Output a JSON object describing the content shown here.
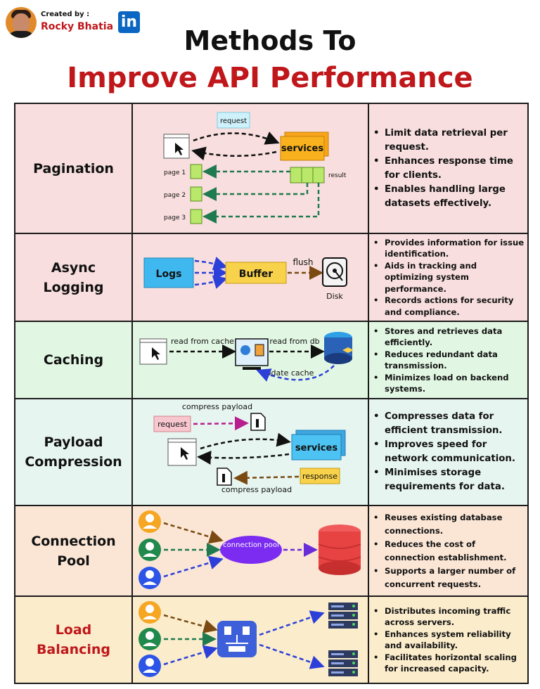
{
  "header": {
    "created_by": "Created by :",
    "author": "Rocky Bhatia",
    "linkedin": "in",
    "title_line1": "Methods To",
    "title_line2": "Improve API Performance"
  },
  "rows": [
    {
      "name": "Pagination",
      "labels": {
        "request": "request",
        "services": "services",
        "result": "result",
        "page1": "page 1",
        "page2": "page 2",
        "page3": "page 3"
      },
      "bullets": [
        "Limit data retrieval per request.",
        "Enhances response time for clients.",
        "Enables handling large datasets effectively."
      ]
    },
    {
      "name_line1": "Async",
      "name_line2": "Logging",
      "labels": {
        "logs": "Logs",
        "buffer": "Buffer",
        "flush": "flush",
        "disk": "Disk"
      },
      "bullets": [
        "Provides information for issue identification.",
        "Aids in tracking and optimizing system performance.",
        "Records actions for security and compliance."
      ]
    },
    {
      "name": "Caching",
      "labels": {
        "read_cache": "read from cache",
        "read_db": "read from db",
        "update_cache": "update cache"
      },
      "bullets": [
        "Stores and retrieves data efficiently.",
        "Reduces redundant data transmission.",
        "Minimizes load on backend systems."
      ]
    },
    {
      "name_line1": "Payload",
      "name_line2": "Compression",
      "labels": {
        "compress_payload": "compress payload",
        "request": "request",
        "services": "services",
        "response": "response"
      },
      "bullets": [
        "Compresses data for efficient transmission.",
        "Improves speed for network communication.",
        "Minimises storage requirements for data."
      ]
    },
    {
      "name_line1": "Connection",
      "name_line2": "Pool",
      "labels": {
        "pool": "connection pool"
      },
      "bullets": [
        "Reuses existing database connections.",
        "Reduces the cost of connection establishment.",
        "Supports a larger number of concurrent requests."
      ]
    },
    {
      "name_line1": "Load",
      "name_line2": "Balancing",
      "bullets": [
        "Distributes incoming traffic across servers.",
        "Enhances system reliability and availability.",
        "Facilitates horizontal scaling for increased capacity."
      ]
    }
  ],
  "colors": {
    "accent_red": "#c0171b",
    "linkedin_blue": "#0a66c2",
    "services_orange": "#f9b21d",
    "logs_blue": "#3fb8f0",
    "buffer_yellow": "#f9d24b"
  }
}
